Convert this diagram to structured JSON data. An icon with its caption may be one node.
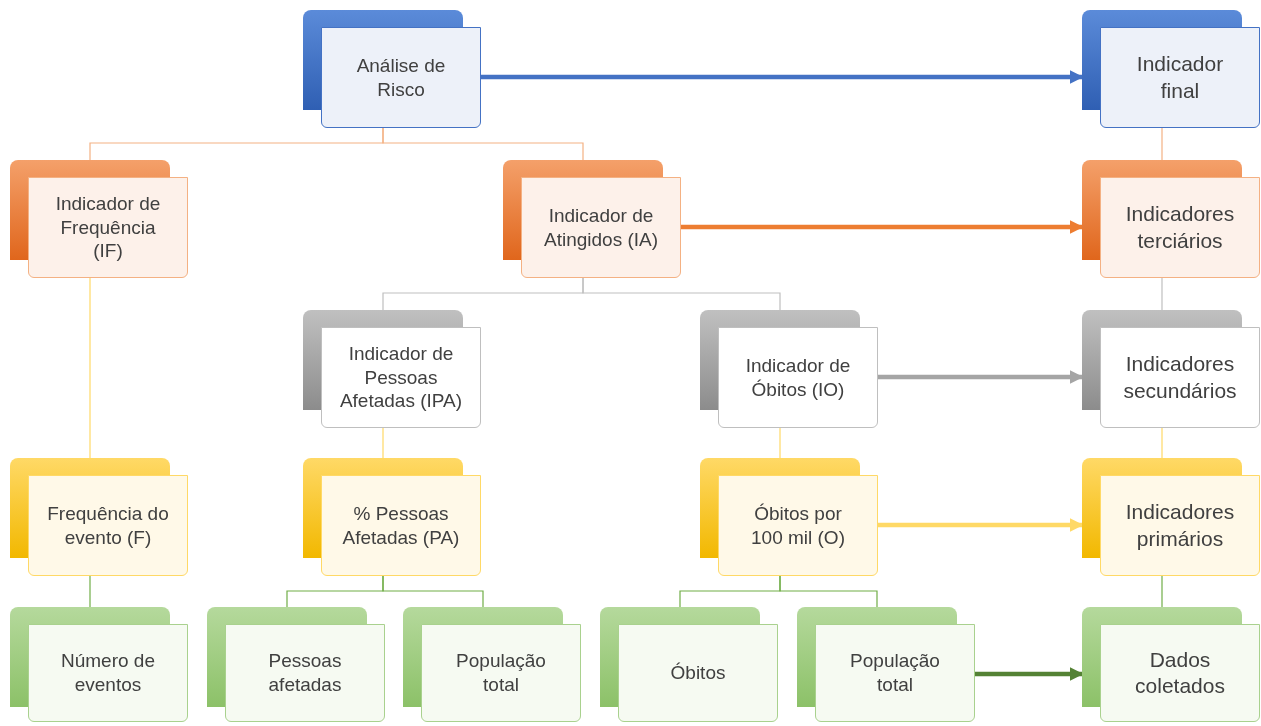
{
  "diagram": {
    "nodes": [
      {
        "text": [
          "Análise de Risco"
        ]
      },
      {
        "text": [
          "Indicador final"
        ]
      },
      {
        "text": [
          "Indicador de Frequência (IF)"
        ]
      },
      {
        "text": [
          "Indicador de Atingidos (IA)"
        ]
      },
      {
        "text": [
          "Indicadores terciários"
        ]
      },
      {
        "text": [
          "Indicador de Pessoas Afetadas (IPA)"
        ]
      },
      {
        "text": [
          "Indicador de Óbitos (IO)"
        ]
      },
      {
        "text": [
          "Indicadores secundários"
        ]
      },
      {
        "text": [
          "Frequência do evento (F)"
        ]
      },
      {
        "text": [
          "% Pessoas Afetadas (PA)"
        ]
      },
      {
        "text": [
          "Óbitos por 100 mil (O)"
        ]
      },
      {
        "text": [
          "Indicadores primários"
        ]
      },
      {
        "text": [
          "Número de eventos"
        ]
      },
      {
        "text": [
          "Pessoas afetadas"
        ]
      },
      {
        "text": [
          "População total"
        ]
      },
      {
        "text": [
          "Óbitos"
        ]
      },
      {
        "text": [
          "População total"
        ]
      },
      {
        "text": [
          "Dados coletados"
        ]
      }
    ],
    "edges": [
      {
        "from": 0,
        "to": 2,
        "arrow": "none",
        "color": "#f4b183"
      },
      {
        "from": 0,
        "to": 3,
        "arrow": "none",
        "color": "#f4b183"
      },
      {
        "from": 3,
        "to": 5,
        "arrow": "none",
        "color": "#bfbfbf"
      },
      {
        "from": 3,
        "to": 6,
        "arrow": "none",
        "color": "#bfbfbf"
      },
      {
        "from": 2,
        "to": 8,
        "arrow": "none",
        "color": "#ffd966"
      },
      {
        "from": 5,
        "to": 9,
        "arrow": "none",
        "color": "#ffd966"
      },
      {
        "from": 6,
        "to": 10,
        "arrow": "none",
        "color": "#ffd966"
      },
      {
        "from": 8,
        "to": 12,
        "arrow": "none",
        "color": "#70ad47"
      },
      {
        "from": 9,
        "to": 13,
        "arrow": "none",
        "color": "#70ad47"
      },
      {
        "from": 9,
        "to": 14,
        "arrow": "none",
        "color": "#70ad47"
      },
      {
        "from": 10,
        "to": 15,
        "arrow": "none",
        "color": "#70ad47"
      },
      {
        "from": 10,
        "to": 16,
        "arrow": "none",
        "color": "#70ad47"
      },
      {
        "from": 1,
        "to": 4,
        "arrow": "none",
        "color": "#f4b183"
      },
      {
        "from": 4,
        "to": 7,
        "arrow": "none",
        "color": "#bfbfbf"
      },
      {
        "from": 7,
        "to": 11,
        "arrow": "none",
        "color": "#ffd966"
      },
      {
        "from": 11,
        "to": 17,
        "arrow": "none",
        "color": "#70ad47"
      },
      {
        "from": 0,
        "to": 1,
        "arrow": "to",
        "style": "thick",
        "color": "#4472c4"
      },
      {
        "from": 3,
        "to": 4,
        "arrow": "to",
        "style": "thick",
        "color": "#ed7d31"
      },
      {
        "from": 6,
        "to": 7,
        "arrow": "to",
        "style": "thick",
        "color": "#a5a5a5"
      },
      {
        "from": 10,
        "to": 11,
        "arrow": "to",
        "style": "thick",
        "color": "#ffd966"
      },
      {
        "from": 16,
        "to": 17,
        "arrow": "to",
        "style": "thick",
        "color": "#548235"
      }
    ]
  }
}
